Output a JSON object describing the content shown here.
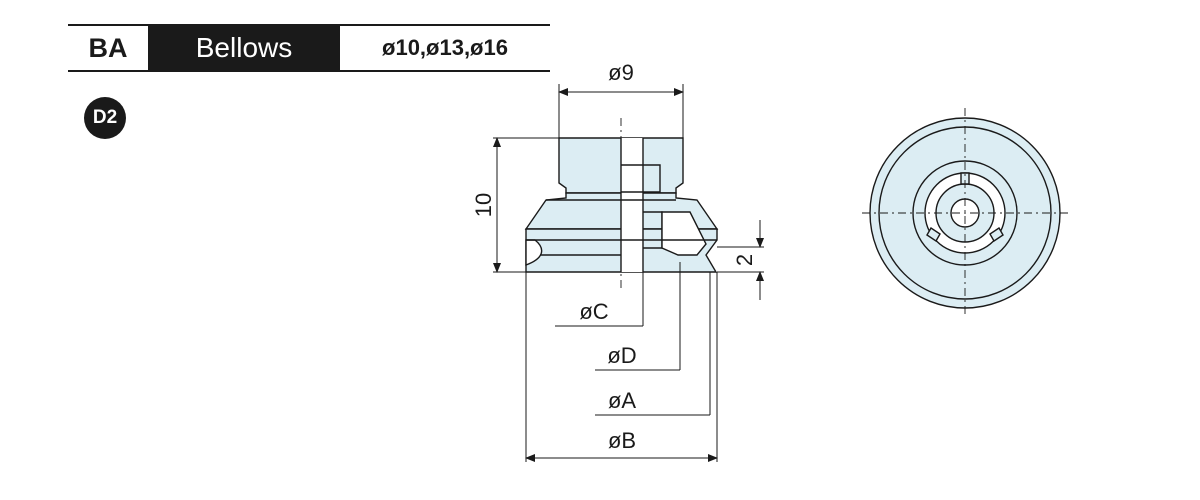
{
  "header": {
    "series": "BA",
    "name": "Bellows",
    "sizes": "ø10,ø13,ø16"
  },
  "badge": "D2",
  "dimensions": {
    "top_diameter": "ø9",
    "height": "10",
    "lip": "2",
    "c": "øC",
    "d": "øD",
    "a": "øA",
    "b": "øB"
  },
  "colors": {
    "fill": "#dcedf3",
    "line": "#1a1a1a"
  }
}
